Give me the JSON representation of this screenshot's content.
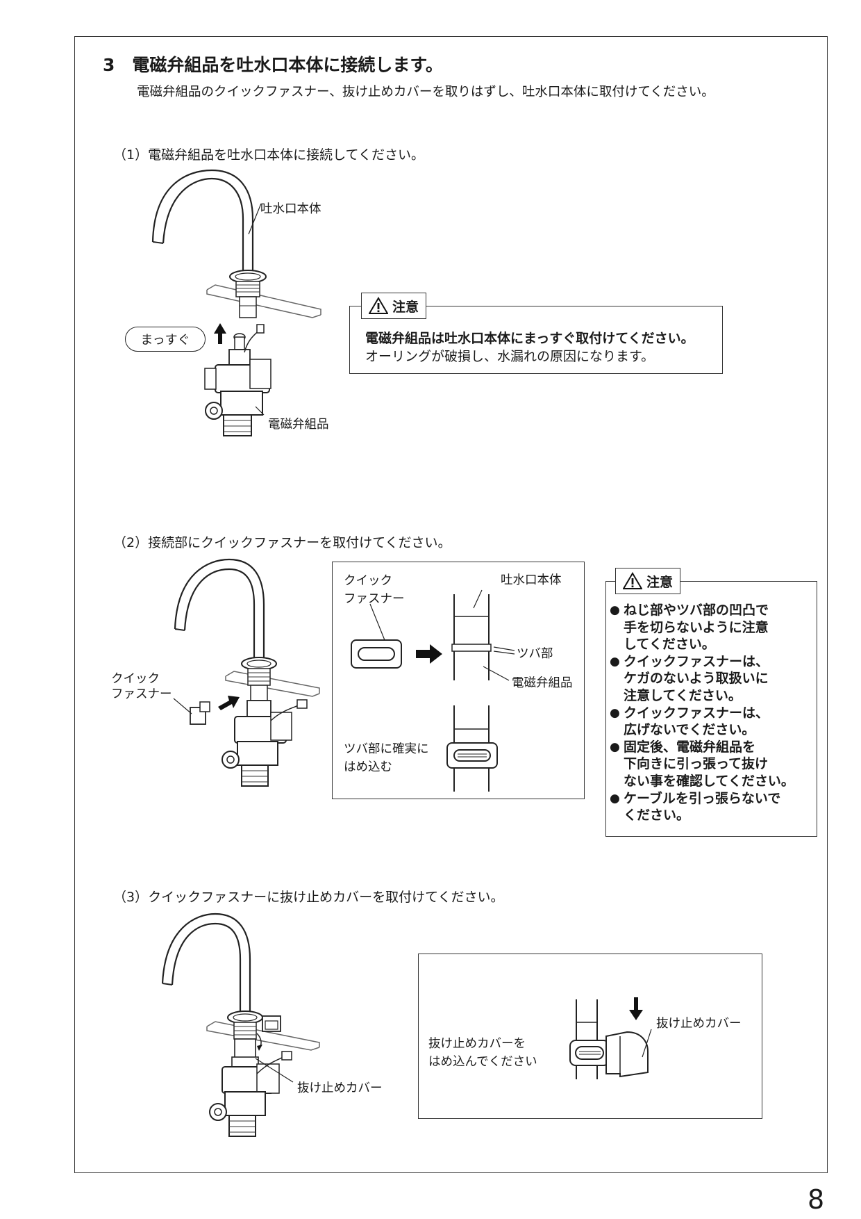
{
  "header": {
    "section_title": "3　電磁弁組品を吐水口本体に接続します。",
    "lead": "電磁弁組品のクイックファスナー、抜け止めカバーを取りはずし、吐水口本体に取付けてください。"
  },
  "step1": {
    "heading": "（1）電磁弁組品を吐水口本体に接続してください。",
    "label_spout": "吐水口本体",
    "label_valve": "電磁弁組品",
    "straight": "まっすぐ",
    "caution_tag": "注意",
    "caution_lines": [
      "電磁弁組品は吐水口本体にまっすぐ取付けてください。",
      "オーリングが破損し、水漏れの原因になります。"
    ]
  },
  "step2": {
    "heading": "（2）接続部にクイックファスナーを取付けてください。",
    "label_fastener": "クイック\nファスナー",
    "panel": {
      "label_fastener": "クイック\nファスナー",
      "label_spout": "吐水口本体",
      "label_flange": "ツバ部",
      "label_valve": "電磁弁組品",
      "label_fit": "ツバ部に確実に\nはめ込む"
    },
    "caution_tag": "注意",
    "caution_items": [
      "ねじ部やツバ部の凹凸で\n手を切らないように注意\nしてください。",
      "クイックファスナーは、\nケガのないよう取扱いに\n注意してください。",
      "クイックファスナーは、\n広げないでください。",
      "固定後、電磁弁組品を\n下向きに引っ張って抜け\nない事を確認してください。",
      "ケーブルを引っ張らないで\nください。"
    ]
  },
  "step3": {
    "heading": "（3）クイックファスナーに抜け止めカバーを取付けてください。",
    "label_cover": "抜け止めカバー",
    "panel": {
      "instruction": "抜け止めカバーを\nはめ込んでください",
      "label_cover": "抜け止めカバー"
    }
  },
  "page_number": "8",
  "icons": [
    "warning-triangle-icon",
    "bullet-dot-icon",
    "arrow-up-icon",
    "arrow-right-icon",
    "arrow-down-icon"
  ]
}
